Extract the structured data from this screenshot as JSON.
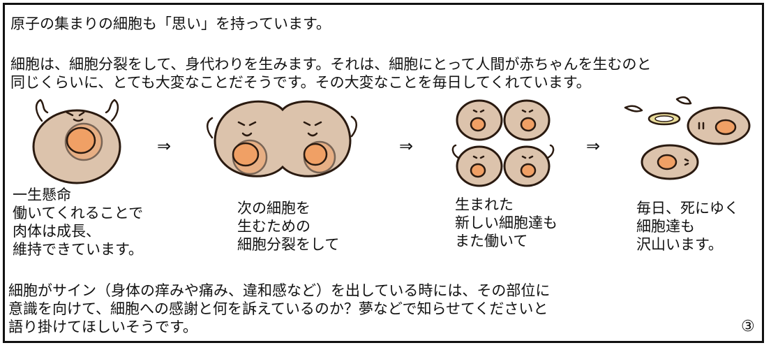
{
  "heading": "原子の集まりの細胞も「思い」を持っています。",
  "intro": [
    "細胞は、細胞分裂をして、身代わりを生みます。それは、細胞にとって人間が赤ちゃんを生むのと",
    "同じくらいに、とても大変なことだそうです。その大変なことを毎日してくれています。"
  ],
  "arrow_symbol": "⇒",
  "captions": [
    [
      "一生懸命",
      "働いてくれることで",
      "肉体は成長、",
      "維持できています。"
    ],
    [
      "次の細胞を",
      "生むための",
      "細胞分裂をして"
    ],
    [
      "生まれた",
      "新しい細胞達も",
      "また働いて"
    ],
    [
      "毎日、死にゆく",
      "細胞達も",
      "沢山います。"
    ]
  ],
  "footer": [
    "細胞がサイン（身体の痒みや痛み、違和感など）を出している時には、その部位に",
    "意識を向けて、細胞への感謝と何を訴えているのか？夢などで知らせてくださいと",
    "語り掛けてほしいそうです。"
  ],
  "page_number": "③",
  "colors": {
    "cell": "#dcc3ac",
    "nucleus": "#f0a065",
    "halo": "#e8dc9a",
    "ink": "#2a1a10"
  }
}
